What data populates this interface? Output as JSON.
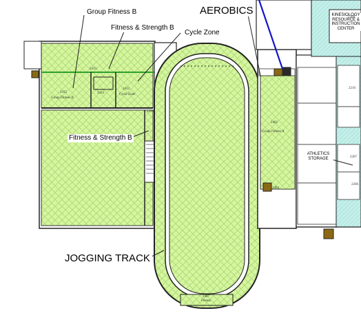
{
  "labels": {
    "group_fitness_b": "Group Fitness B",
    "fitness_strength_b_top": "Fitness & Strength B",
    "aerobics": "AEROBICS",
    "cycle_zone": "Cycle Zone",
    "fitness_strength_b_mid": "Fitness & Strength B",
    "jogging_track": "JOGGING TRACK",
    "kinesiology_center": "KINESIOLOGY RESOURCE & INSTRUCTION CENTER",
    "athletics_storage": "ATHLETICS STORAGE"
  },
  "rooms": {
    "r2413": "2413",
    "r2415": "2415",
    "r2415_name": "Group Fitness B",
    "r2414": "2414",
    "r2412": "2412",
    "r2412_name": "Cycle Zone",
    "r2410": "2410",
    "r2402": "2402",
    "r2402_name": "Group Fitness A",
    "r2404": "2404",
    "r2407": "2407",
    "r2407_name": "Fitness",
    "r2208": "2208",
    "r2210": "2210",
    "r2207": "2207",
    "r2206": "2206"
  },
  "colors": {
    "room_fill": "#d6f5a0",
    "hatch": "#a9d870",
    "wall": "#222222",
    "corridor": "#b9ece6",
    "accent_line": "#1414c8"
  }
}
